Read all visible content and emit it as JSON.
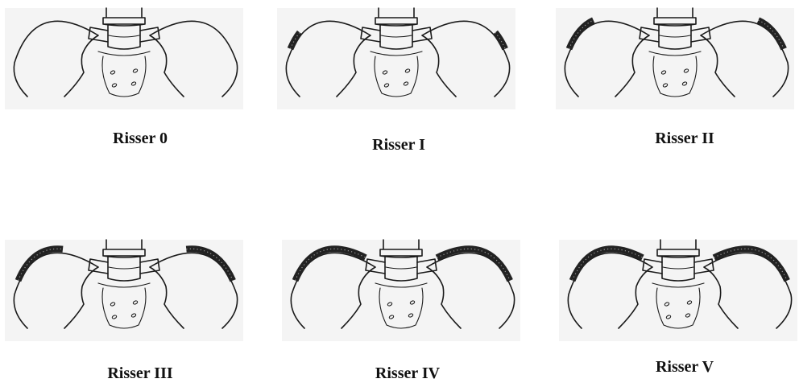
{
  "figure": {
    "accent_color": "#222222",
    "stages": [
      {
        "label": "Risser 0",
        "left_cap": 0.0,
        "right_cap": 0.0
      },
      {
        "label": "Risser I",
        "left_cap": 0.2,
        "right_cap": 0.2
      },
      {
        "label": "Risser II",
        "left_cap": 0.45,
        "right_cap": 0.45
      },
      {
        "label": "Risser III",
        "left_cap": 0.72,
        "right_cap": 0.72
      },
      {
        "label": "Risser IV",
        "left_cap": 1.0,
        "right_cap": 1.0
      },
      {
        "label": "Risser V",
        "left_cap": 1.0,
        "right_cap": 1.0
      }
    ]
  }
}
